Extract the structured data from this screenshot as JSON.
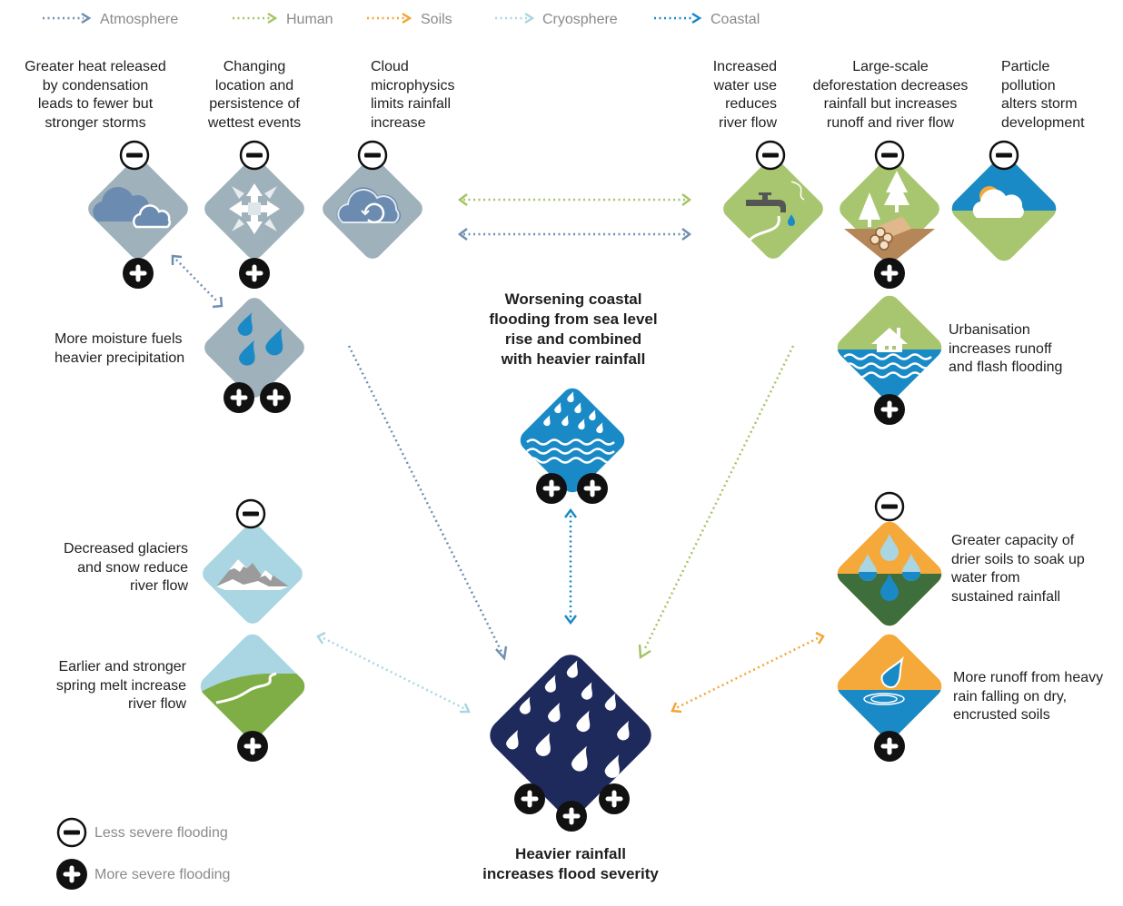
{
  "legend": [
    {
      "label": "Atmosphere",
      "color": "#6f8fb0"
    },
    {
      "label": "Human",
      "color": "#a5c465"
    },
    {
      "label": "Soils",
      "color": "#f4a535"
    },
    {
      "label": "Cryosphere",
      "color": "#a9d6e2"
    },
    {
      "label": "Coastal",
      "color": "#1a8ac6"
    }
  ],
  "key": {
    "less": "Less severe flooding",
    "more": "More severe flooding"
  },
  "colors": {
    "atmosphere": "#9fb1bb",
    "atmosphere_cloud": "#6b8bb0",
    "human": "#a8c56f",
    "cryosphere": "#a9d6e2",
    "soils": "#f5a93a",
    "coastal": "#1a8ac6",
    "heavy": "#1f2a5c"
  },
  "labels": {
    "condensation": [
      "Greater heat released",
      "by condensation",
      "leads to fewer but",
      "stronger storms"
    ],
    "changing": [
      "Changing",
      "location and",
      "persistence of",
      "wettest events"
    ],
    "cloud": [
      "Cloud",
      "microphysics",
      "limits rainfall",
      "increase"
    ],
    "water_use": [
      "Increased",
      "water use",
      "reduces",
      "river flow"
    ],
    "deforestation": [
      "Large-scale",
      "deforestation decreases",
      "rainfall but increases",
      "runoff and river flow"
    ],
    "particle": [
      "Particle",
      "pollution",
      "alters storm",
      "development"
    ],
    "moisture": [
      "More moisture fuels",
      "heavier precipitation"
    ],
    "coastal_title": [
      "Worsening coastal",
      "flooding from sea level",
      "rise and combined",
      "with heavier rainfall"
    ],
    "urban": [
      "Urbanisation",
      "increases runoff",
      "and flash flooding"
    ],
    "glaciers": [
      "Decreased glaciers",
      "and snow reduce",
      "river flow"
    ],
    "spring": [
      "Earlier and stronger",
      "spring melt increase",
      "river flow"
    ],
    "drier_soils": [
      "Greater capacity of",
      "drier soils to soak up",
      "water from",
      "sustained rainfall"
    ],
    "runoff": [
      "More runoff from heavy",
      "rain falling on dry,",
      "encrusted soils"
    ],
    "heavier_title": [
      "Heavier rainfall",
      "increases flood severity"
    ]
  }
}
